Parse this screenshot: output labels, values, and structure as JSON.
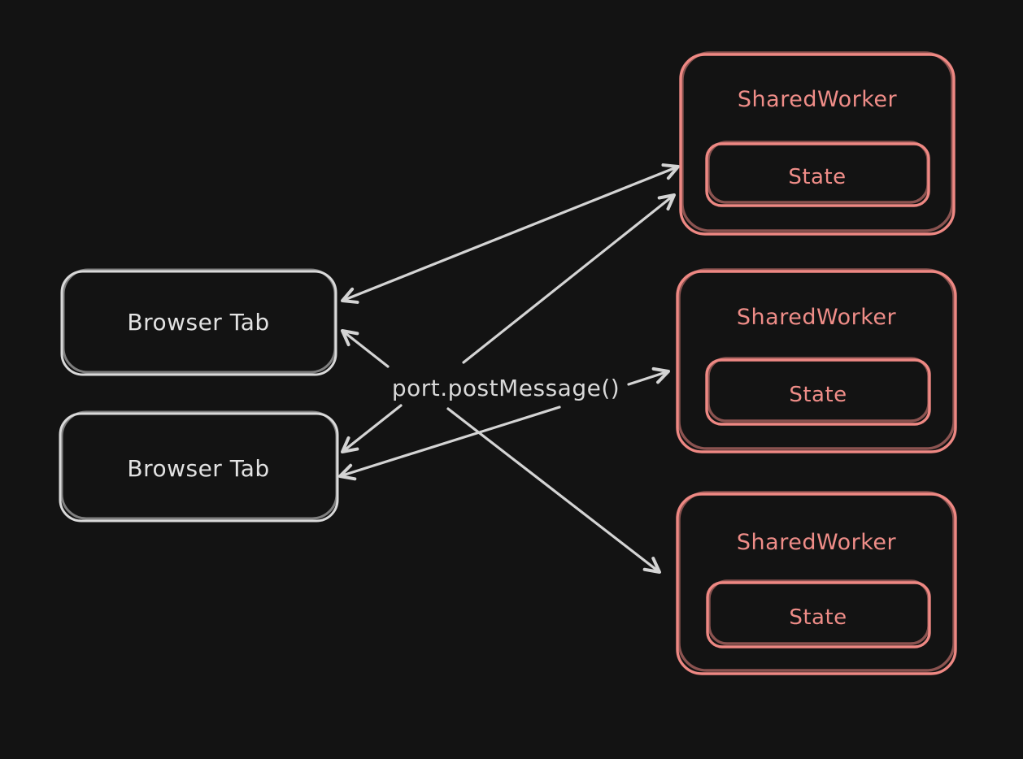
{
  "colors": {
    "background": "#131313",
    "tab_stroke": "#d9d9d9",
    "tab_text": "#e2e2e2",
    "worker_stroke": "#ee8883",
    "worker_text": "#ef8d88",
    "arrow": "#d4d4d4",
    "hub_text": "#d9d9d9"
  },
  "diagram": {
    "hub": {
      "label": "port.postMessage()"
    },
    "browser_tabs": [
      {
        "label": "Browser Tab"
      },
      {
        "label": "Browser Tab"
      }
    ],
    "shared_workers": [
      {
        "label": "SharedWorker",
        "state": {
          "label": "State"
        }
      },
      {
        "label": "SharedWorker",
        "state": {
          "label": "State"
        }
      },
      {
        "label": "SharedWorker",
        "state": {
          "label": "State"
        }
      }
    ],
    "edges": [
      {
        "from": "browser-tab-1",
        "to": "shared-worker-1",
        "arrowheads": "both"
      },
      {
        "from": "hub",
        "to": "shared-worker-1",
        "arrowheads": "end"
      },
      {
        "from": "hub",
        "to": "browser-tab-1",
        "arrowheads": "end"
      },
      {
        "from": "hub",
        "to": "shared-worker-2",
        "arrowheads": "end"
      },
      {
        "from": "hub",
        "to": "browser-tab-2",
        "arrowheads": "end"
      },
      {
        "from": "hub",
        "to": "browser-tab-2",
        "arrowheads": "end"
      },
      {
        "from": "hub",
        "to": "shared-worker-3",
        "arrowheads": "end"
      }
    ]
  }
}
